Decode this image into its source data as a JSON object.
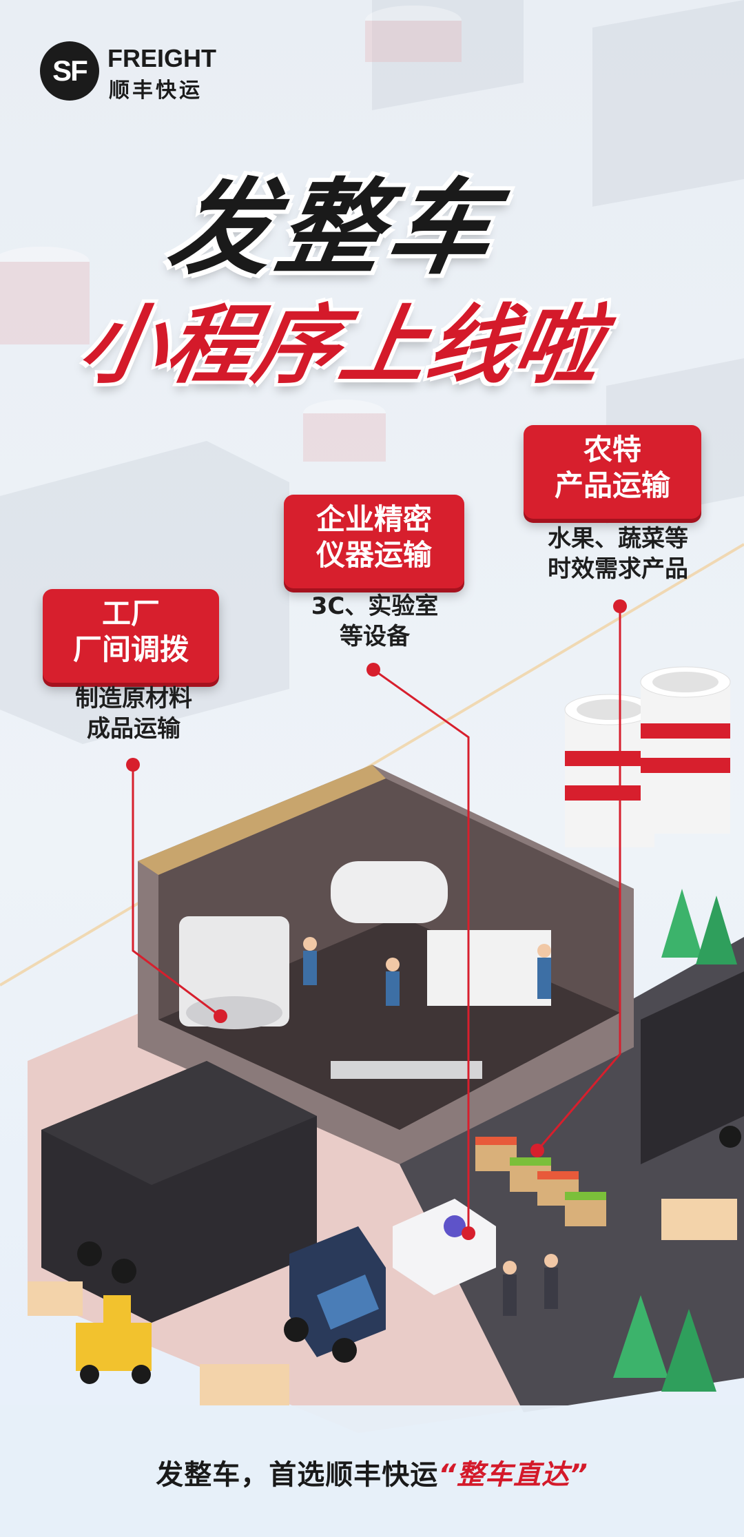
{
  "brand": {
    "logo_mark": "SF",
    "name_en": "FREIGHT",
    "name_cn": "顺丰快运"
  },
  "headline": {
    "line1": "发整车",
    "line2": "小程序上线啦"
  },
  "categories": [
    {
      "title_line1": "工厂",
      "title_line2": "厂间调拨",
      "desc_line1": "制造原材料",
      "desc_line2": "成品运输"
    },
    {
      "title_line1": "企业精密",
      "title_line2": "仪器运输",
      "desc_line1": "3C、实验室",
      "desc_line2": "等设备"
    },
    {
      "title_line1": "农特",
      "title_line2": "产品运输",
      "desc_line1": "水果、蔬菜等",
      "desc_line2": "时效需求产品"
    }
  ],
  "slogan": {
    "main": "发整车，首选顺丰快运",
    "highlight": "“整车直达”"
  },
  "colors": {
    "accent": "#d71f2d",
    "text": "#1a1a1a"
  }
}
